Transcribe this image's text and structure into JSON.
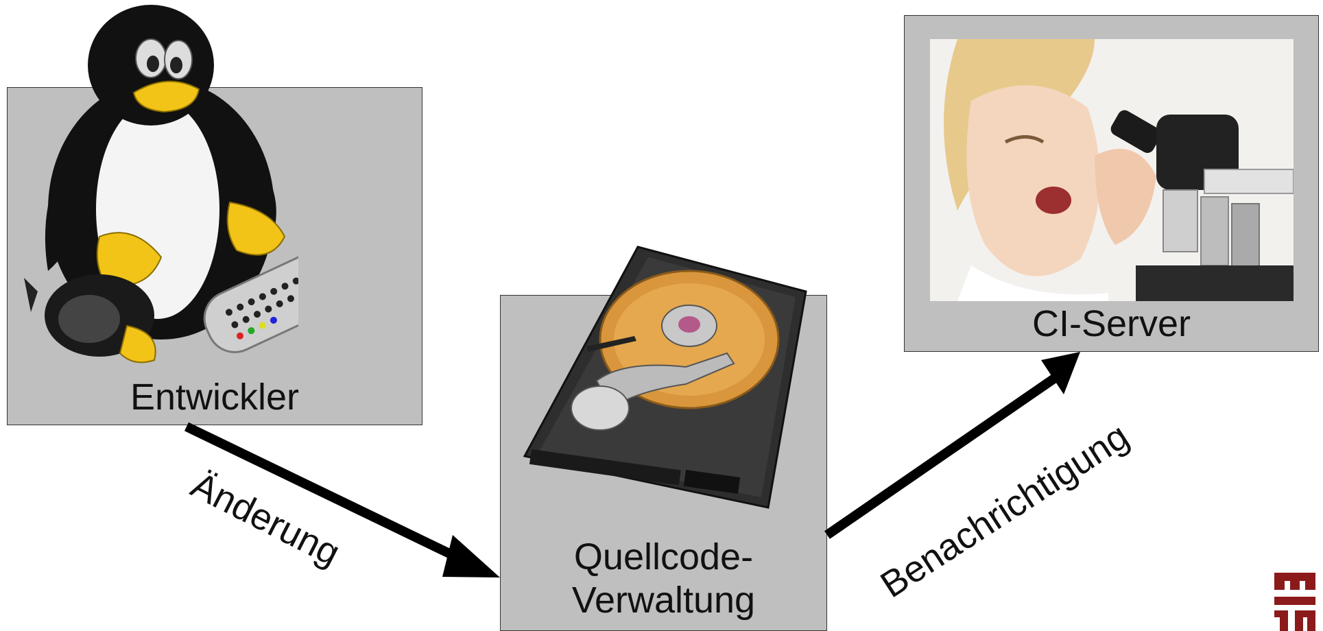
{
  "nodes": {
    "developer": {
      "label": "Entwickler",
      "icon": "tux-penguin-with-remote-icon"
    },
    "scm": {
      "label_line1": "Quellcode-",
      "label_line2": "Verwaltung",
      "icon": "hard-disk-icon"
    },
    "ci": {
      "label": "CI-Server",
      "icon": "scientist-with-microscope-photo"
    }
  },
  "edges": {
    "change": {
      "label": "Änderung",
      "from": "Entwickler",
      "to": "Quellcode-Verwaltung"
    },
    "notify": {
      "label": "Benachrichtigung",
      "from": "Quellcode-Verwaltung",
      "to": "CI-Server"
    }
  },
  "colors": {
    "box_fill": "#bfbfbf",
    "arrow": "#000000",
    "logo": "#8b1a1a"
  }
}
